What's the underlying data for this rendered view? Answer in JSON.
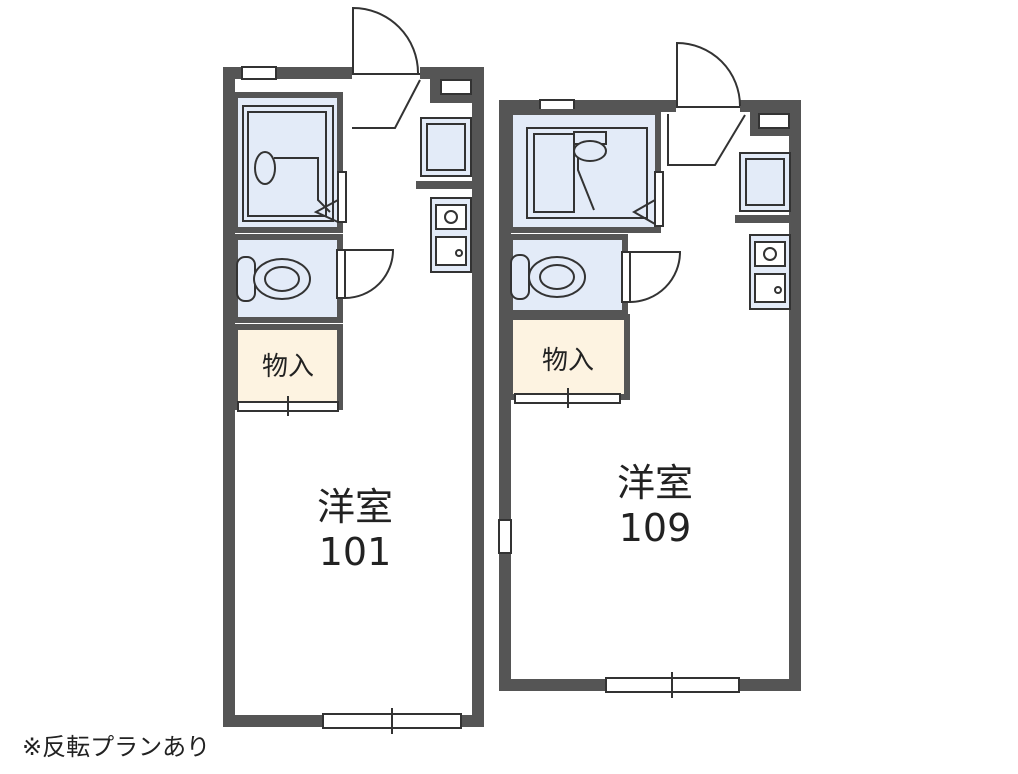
{
  "units": [
    {
      "room_type": "洋室",
      "unit_number": "101",
      "storage_label": "物入"
    },
    {
      "room_type": "洋室",
      "unit_number": "109",
      "storage_label": "物入"
    }
  ],
  "note": "※反転プランあり",
  "colors": {
    "wall": "#555555",
    "wet_area": "#e3ebf8",
    "storage": "#fdf3e1",
    "fixture_line": "#333333",
    "text": "#222222"
  }
}
